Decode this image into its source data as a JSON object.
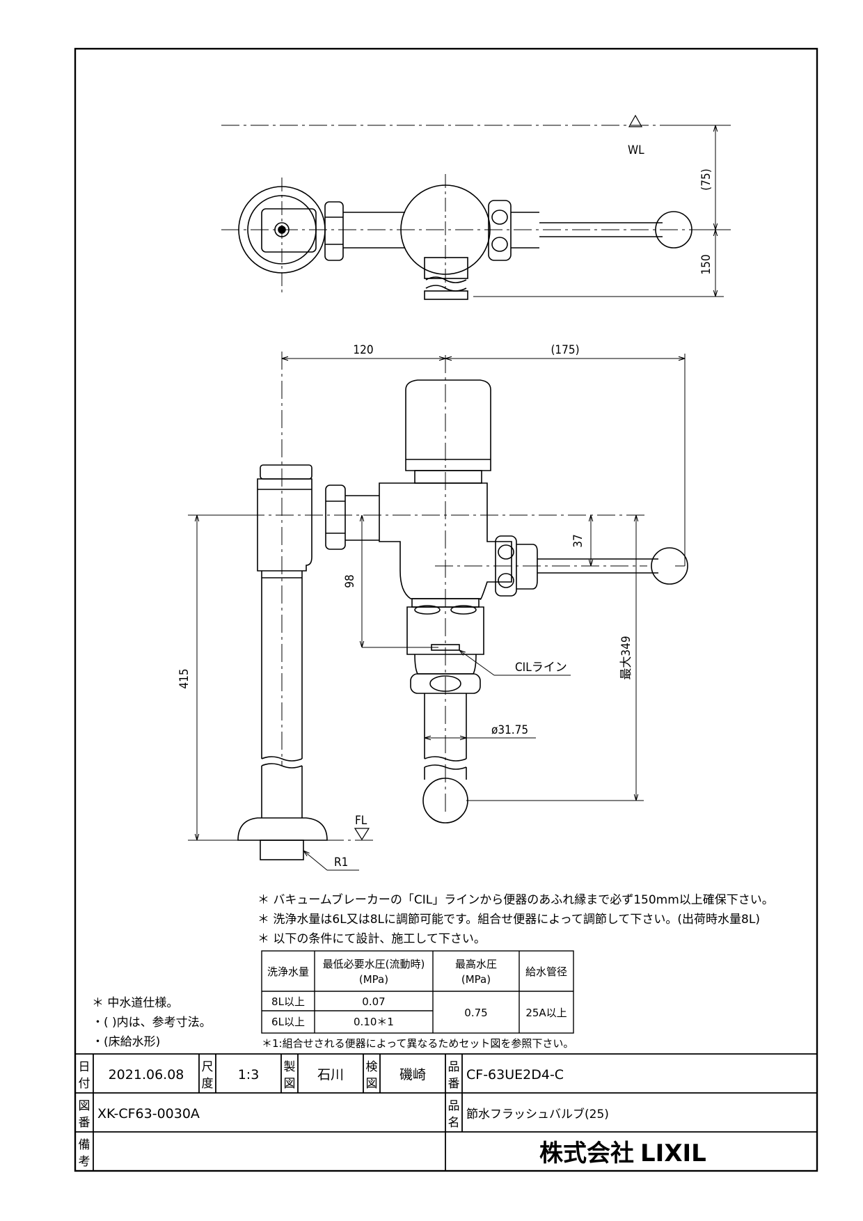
{
  "top_view": {
    "wl_label": "WL",
    "dim_75": "(75)",
    "dim_150": "150"
  },
  "front_view": {
    "dim_120": "120",
    "dim_175": "(175)",
    "dim_37": "37",
    "dim_98": "98",
    "dim_415": "415",
    "dim_349": "最大349",
    "cil_label": "CILライン",
    "dia_label": "ø31.75",
    "fl_label": "FL",
    "r1_label": "R1"
  },
  "notes": [
    "＊ バキュームブレーカーの「CIL」ラインから便器のあふれ縁まで必ず150mm以上確保下さい。",
    "＊ 洗浄水量は6L又は8Lに調節可能です。組合せ便器によって調節して下さい。(出荷時水量8L)",
    "＊ 以下の条件にて設計、施工して下さい。"
  ],
  "spec_table": {
    "headers": [
      "洗浄水量",
      "最低必要水圧(流動時)",
      "(MPa)",
      "最高水圧",
      "(MPa)",
      "給水管径"
    ],
    "row1": [
      "8L以上",
      "0.07"
    ],
    "row2": [
      "6L以上",
      "0.10＊1"
    ],
    "max_pressure": "0.75",
    "pipe": "25A以上",
    "footnote": "＊1:組合せされる便器によって異なるためセット図を参照下さい。"
  },
  "side_notes": [
    "＊ 中水道仕様。",
    "・(  )内は、参考寸法。",
    "・(床給水形)"
  ],
  "title_block": {
    "date_label": [
      "日",
      "付"
    ],
    "date": "2021.06.08",
    "scale_label": [
      "尺",
      "度"
    ],
    "scale": "1:3",
    "drawn_label": [
      "製",
      "図"
    ],
    "drawn": "石川",
    "checked_label": [
      "検",
      "図"
    ],
    "checked": "磯崎",
    "part_no_label": [
      "品",
      "番"
    ],
    "part_no": "CF-63UE2D4-C",
    "drawing_no_label": [
      "図",
      "番"
    ],
    "drawing_no": "XK-CF63-0030A",
    "part_name_label": [
      "品",
      "名"
    ],
    "part_name": "節水フラッシュバルブ(25)",
    "remarks_label": [
      "備",
      "考"
    ],
    "company": "株式会社",
    "brand": "LIXIL"
  }
}
